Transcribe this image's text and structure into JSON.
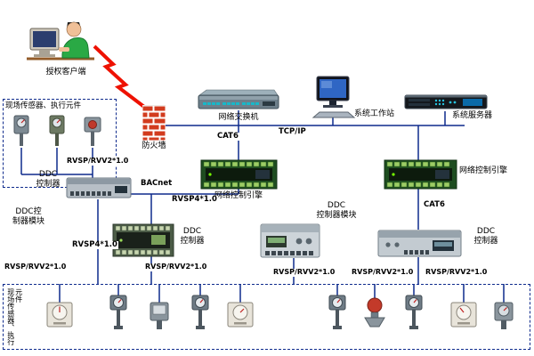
{
  "nodes": {
    "client": {
      "label": "授权客户端"
    },
    "firewall": {
      "label": "防火墙"
    },
    "network_switch": {
      "label": "网络交换机"
    },
    "workstation": {
      "label": "系统工作站"
    },
    "server": {
      "label": "系统服务器"
    },
    "engine_left": {
      "label": "网络控制引擎"
    },
    "engine_right": {
      "label": "网络控制引擎"
    },
    "ddc_left": {
      "label": "DDC\n控制器"
    },
    "ddc_module_left": {
      "label": "DDC控\n制器模块"
    },
    "ddc_mid": {
      "label": "DDC\n控制器"
    },
    "ddc_module_mid": {
      "label": "DDC\n控制器模块"
    },
    "ddc_right": {
      "label": "DDC\n控制器"
    }
  },
  "links": {
    "tcpip": "TCP/IP",
    "cat6_switch": "CAT6",
    "cat6_engine_right": "CAT6",
    "bacnet": "BACnet",
    "rvsp4_bus": "RVSP4*1.0",
    "rvsp4_drop": "RVSP4*1.0",
    "rvsp_top": "RVSP/RVV2*1.0",
    "rvsp_b1": "RVSP/RVV2*1.0",
    "rvsp_b2": "RVSP/RVV2*1.0",
    "rvsp_b3": "RVSP/RVV2*1.0",
    "rvsp_b4": "RVSP/RVV2*1.0",
    "rvsp_b5": "RVSP/RVV2*1.0"
  },
  "zones": {
    "field_top": {
      "label": "现场传感器、执行元件"
    },
    "field_bottom": {
      "label": "现场传感器、执行元件"
    }
  },
  "colors": {
    "connection_line": "#0e2a8c",
    "lightning": "#ee1100",
    "firewall_brick": "#d23b1e",
    "engine_board": "#1e4d20"
  }
}
